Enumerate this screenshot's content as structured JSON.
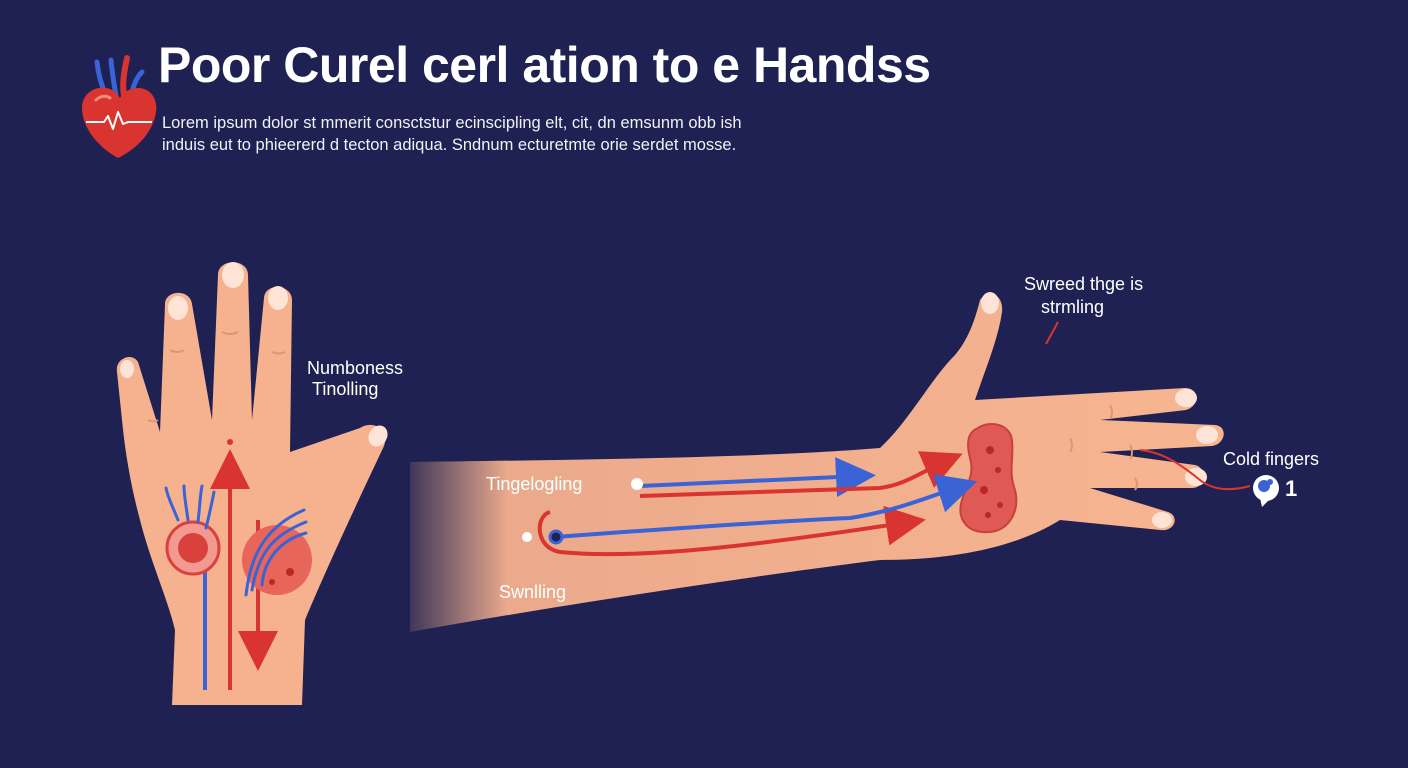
{
  "title": "Poor Curel cerl ation to e Handss",
  "subtitle": {
    "line1": "Lorem ipsum dolor st mmerit consctstur ecinscipling elt, cit, dn emsunm obb ish",
    "line2": "induis eut to phieererd d tecton adiqua. Sndnum ecturetmte orie serdet mosse."
  },
  "labels": {
    "numbness": "Numboness",
    "tingling_left": "Tinolling",
    "sweed_line1": "Swreed thge is",
    "sweed_line2": "strmling",
    "tingelogling": "Tingelogling",
    "swelling": "Swnlling",
    "cold_fingers": "Cold fingers",
    "badge_number": "1"
  },
  "colors": {
    "background": "#1e2151",
    "skin": "#f6b18f",
    "artery": "#d9342f",
    "vein": "#3a63d6",
    "lesion": "#d9413d"
  },
  "icons": [
    "heart-icon",
    "ecg-line-icon",
    "info-badge-icon"
  ]
}
